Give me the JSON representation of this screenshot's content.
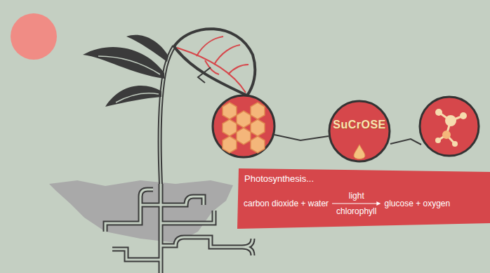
{
  "diagram": {
    "nodes": [
      {
        "text": [
          "SuCrOSE"
        ]
      },
      {
        "text": [
          "Photosynthesis...",
          "carbon dioxide + water",
          "light",
          "chlorophyll",
          "glucose + oxygen"
        ]
      }
    ]
  }
}
